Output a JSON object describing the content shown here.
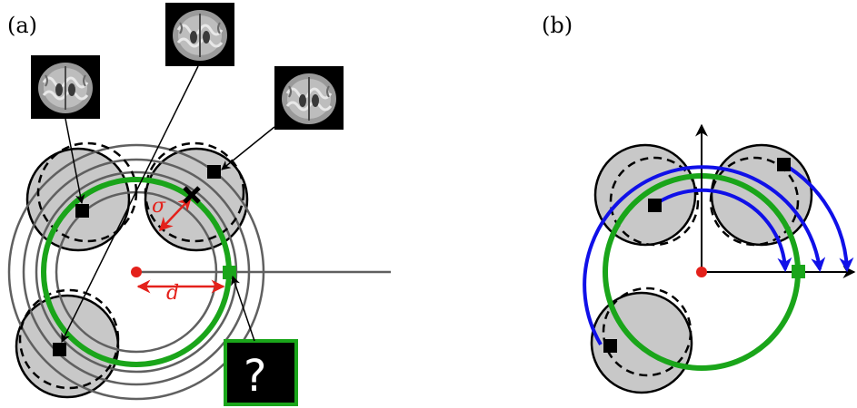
{
  "panels": {
    "a": {
      "label": "(a)"
    },
    "b": {
      "label": "(b)"
    }
  },
  "symbols": {
    "sigma": "σ",
    "distance": "d",
    "query": "?"
  },
  "colors": {
    "green": "#1aa51a",
    "blue": "#1010e8",
    "red": "#e4211b",
    "gray_fill": "#c8c8c8",
    "ring_gray": "#606060"
  },
  "icons": {
    "mri_thumbnail": "brain-mri-coronal-slice",
    "query_box": "question-mark-box"
  }
}
